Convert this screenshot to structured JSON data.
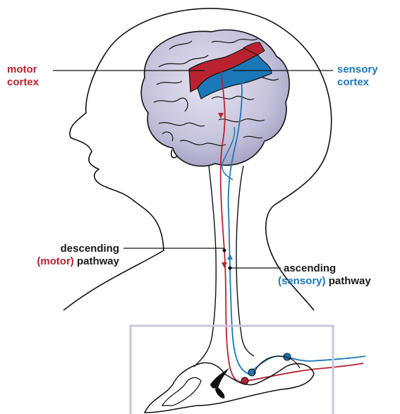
{
  "labels": {
    "motor_cortex": {
      "line1": "motor",
      "line2": "cortex"
    },
    "sensory_cortex": {
      "line1": "sensory",
      "line2": "cortex"
    },
    "descending": {
      "line1": "descending",
      "line2_colored": "(motor)",
      "line2_rest": " pathway"
    },
    "ascending": {
      "line1": "ascending",
      "line2_colored": "(sensory)",
      "line2_rest": " pathway"
    }
  },
  "colors": {
    "motor": "#b8232f",
    "sensory": "#1a78b8",
    "brain": "#c9c6de",
    "outline": "#111111",
    "box": "#c8c6dd"
  }
}
